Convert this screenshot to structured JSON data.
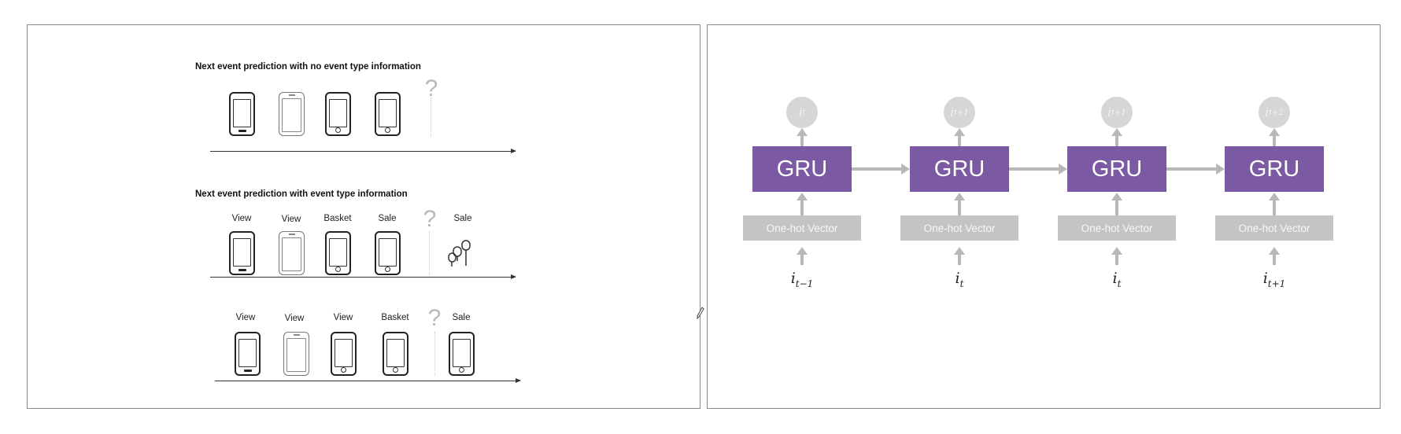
{
  "left_slide": {
    "section1": {
      "heading": "Next event prediction with no event type information",
      "question": "?"
    },
    "section2": {
      "heading": "Next event prediction with event type information",
      "labels": [
        "View",
        "View",
        "Basket",
        "Sale"
      ],
      "question": "?",
      "answer_label": "Sale"
    },
    "section3": {
      "labels": [
        "View",
        "View",
        "View",
        "Basket"
      ],
      "question": "?",
      "answer_label": "Sale"
    }
  },
  "right_slide": {
    "cells": [
      {
        "gru": "GRU",
        "input_box": "One-hot Vector",
        "input_base": "i",
        "input_sub": "t−1",
        "output_base": "i",
        "output_sub": "t"
      },
      {
        "gru": "GRU",
        "input_box": "One-hot Vector",
        "input_base": "i",
        "input_sub": "t",
        "output_base": "i",
        "output_sub": "t+1"
      },
      {
        "gru": "GRU",
        "input_box": "One-hot Vector",
        "input_base": "i",
        "input_sub": "t",
        "output_base": "i",
        "output_sub": "t+1"
      },
      {
        "gru": "GRU",
        "input_box": "One-hot Vector",
        "input_base": "i",
        "input_sub": "t+1",
        "output_base": "i",
        "output_sub": "t+2"
      }
    ],
    "colors": {
      "gru": "#7b5aa3",
      "onehot": "#c4c4c4",
      "arrow": "#b8b8b8"
    }
  }
}
